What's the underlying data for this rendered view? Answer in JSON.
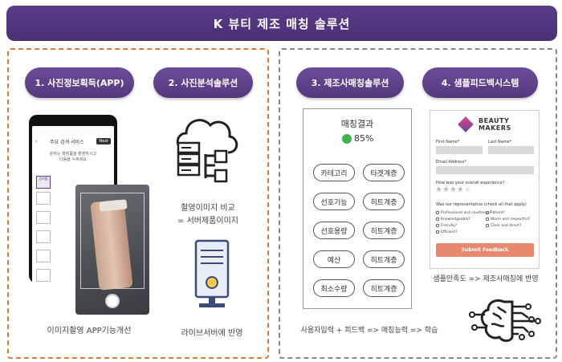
{
  "title": "K 뷰티 제조 매칭 솔루션",
  "steps": [
    {
      "label": "1. 사진정보획득(APP)",
      "caption": "이미지촬영 APP기능개선"
    },
    {
      "label": "2. 사진분석솔루션",
      "caption_lines": [
        "촬영이미지 비교",
        "= 서버제품이미지"
      ],
      "caption2": "라이브서버에 반영"
    },
    {
      "label": "3. 제조사매칭솔루션",
      "caption": "사용자입력 + 피드백 => 매칭능력 => 학습"
    },
    {
      "label": "4. 샘플피드백시스템",
      "caption": "샘플만족도 => 제조사매칭에 반영"
    }
  ],
  "phone": {
    "nav_title": "주요 검색 서비스",
    "nav_button": "Next",
    "instructions": [
      "원하는 화장품을 촬영하시고",
      "다음을 누르세요"
    ],
    "category_selected": "선크림"
  },
  "matching": {
    "title": "매칭결과",
    "percent": "85%",
    "rows": [
      [
        "카테고리",
        "타겟계층"
      ],
      [
        "선호기능",
        "히트계층"
      ],
      [
        "선호용량",
        "히트계층"
      ],
      [
        "예산",
        "히트계층"
      ],
      [
        "최소수량",
        "히트계층"
      ]
    ]
  },
  "form": {
    "brand_line1": "BEAUTY",
    "brand_line2": "MAKERS",
    "first_name": "First Name*",
    "last_name": "Last Name*",
    "email": "Email Address*",
    "experience": "How was your overall experience?",
    "representative": "Was our representative (check all that apply)",
    "options_left": [
      "Professional and courteous?",
      "Knowledgeable?",
      "Friendly?",
      "Efficient?"
    ],
    "options_right": [
      "Patient?",
      "Warm and respectful?",
      "Clear and direct?"
    ],
    "submit": "Submit Feedback",
    "rating": 4,
    "max_rating": 5
  },
  "colors": {
    "title_bar": "#4a2f76",
    "pill": "#5b3d8a",
    "left_border": "#e07a3a",
    "right_border": "#888888",
    "match_dot": "#3cb44b",
    "submit": "#e8896f"
  },
  "icons": [
    "cloud-server-icon",
    "server-tower-icon",
    "ai-brain-icon"
  ]
}
